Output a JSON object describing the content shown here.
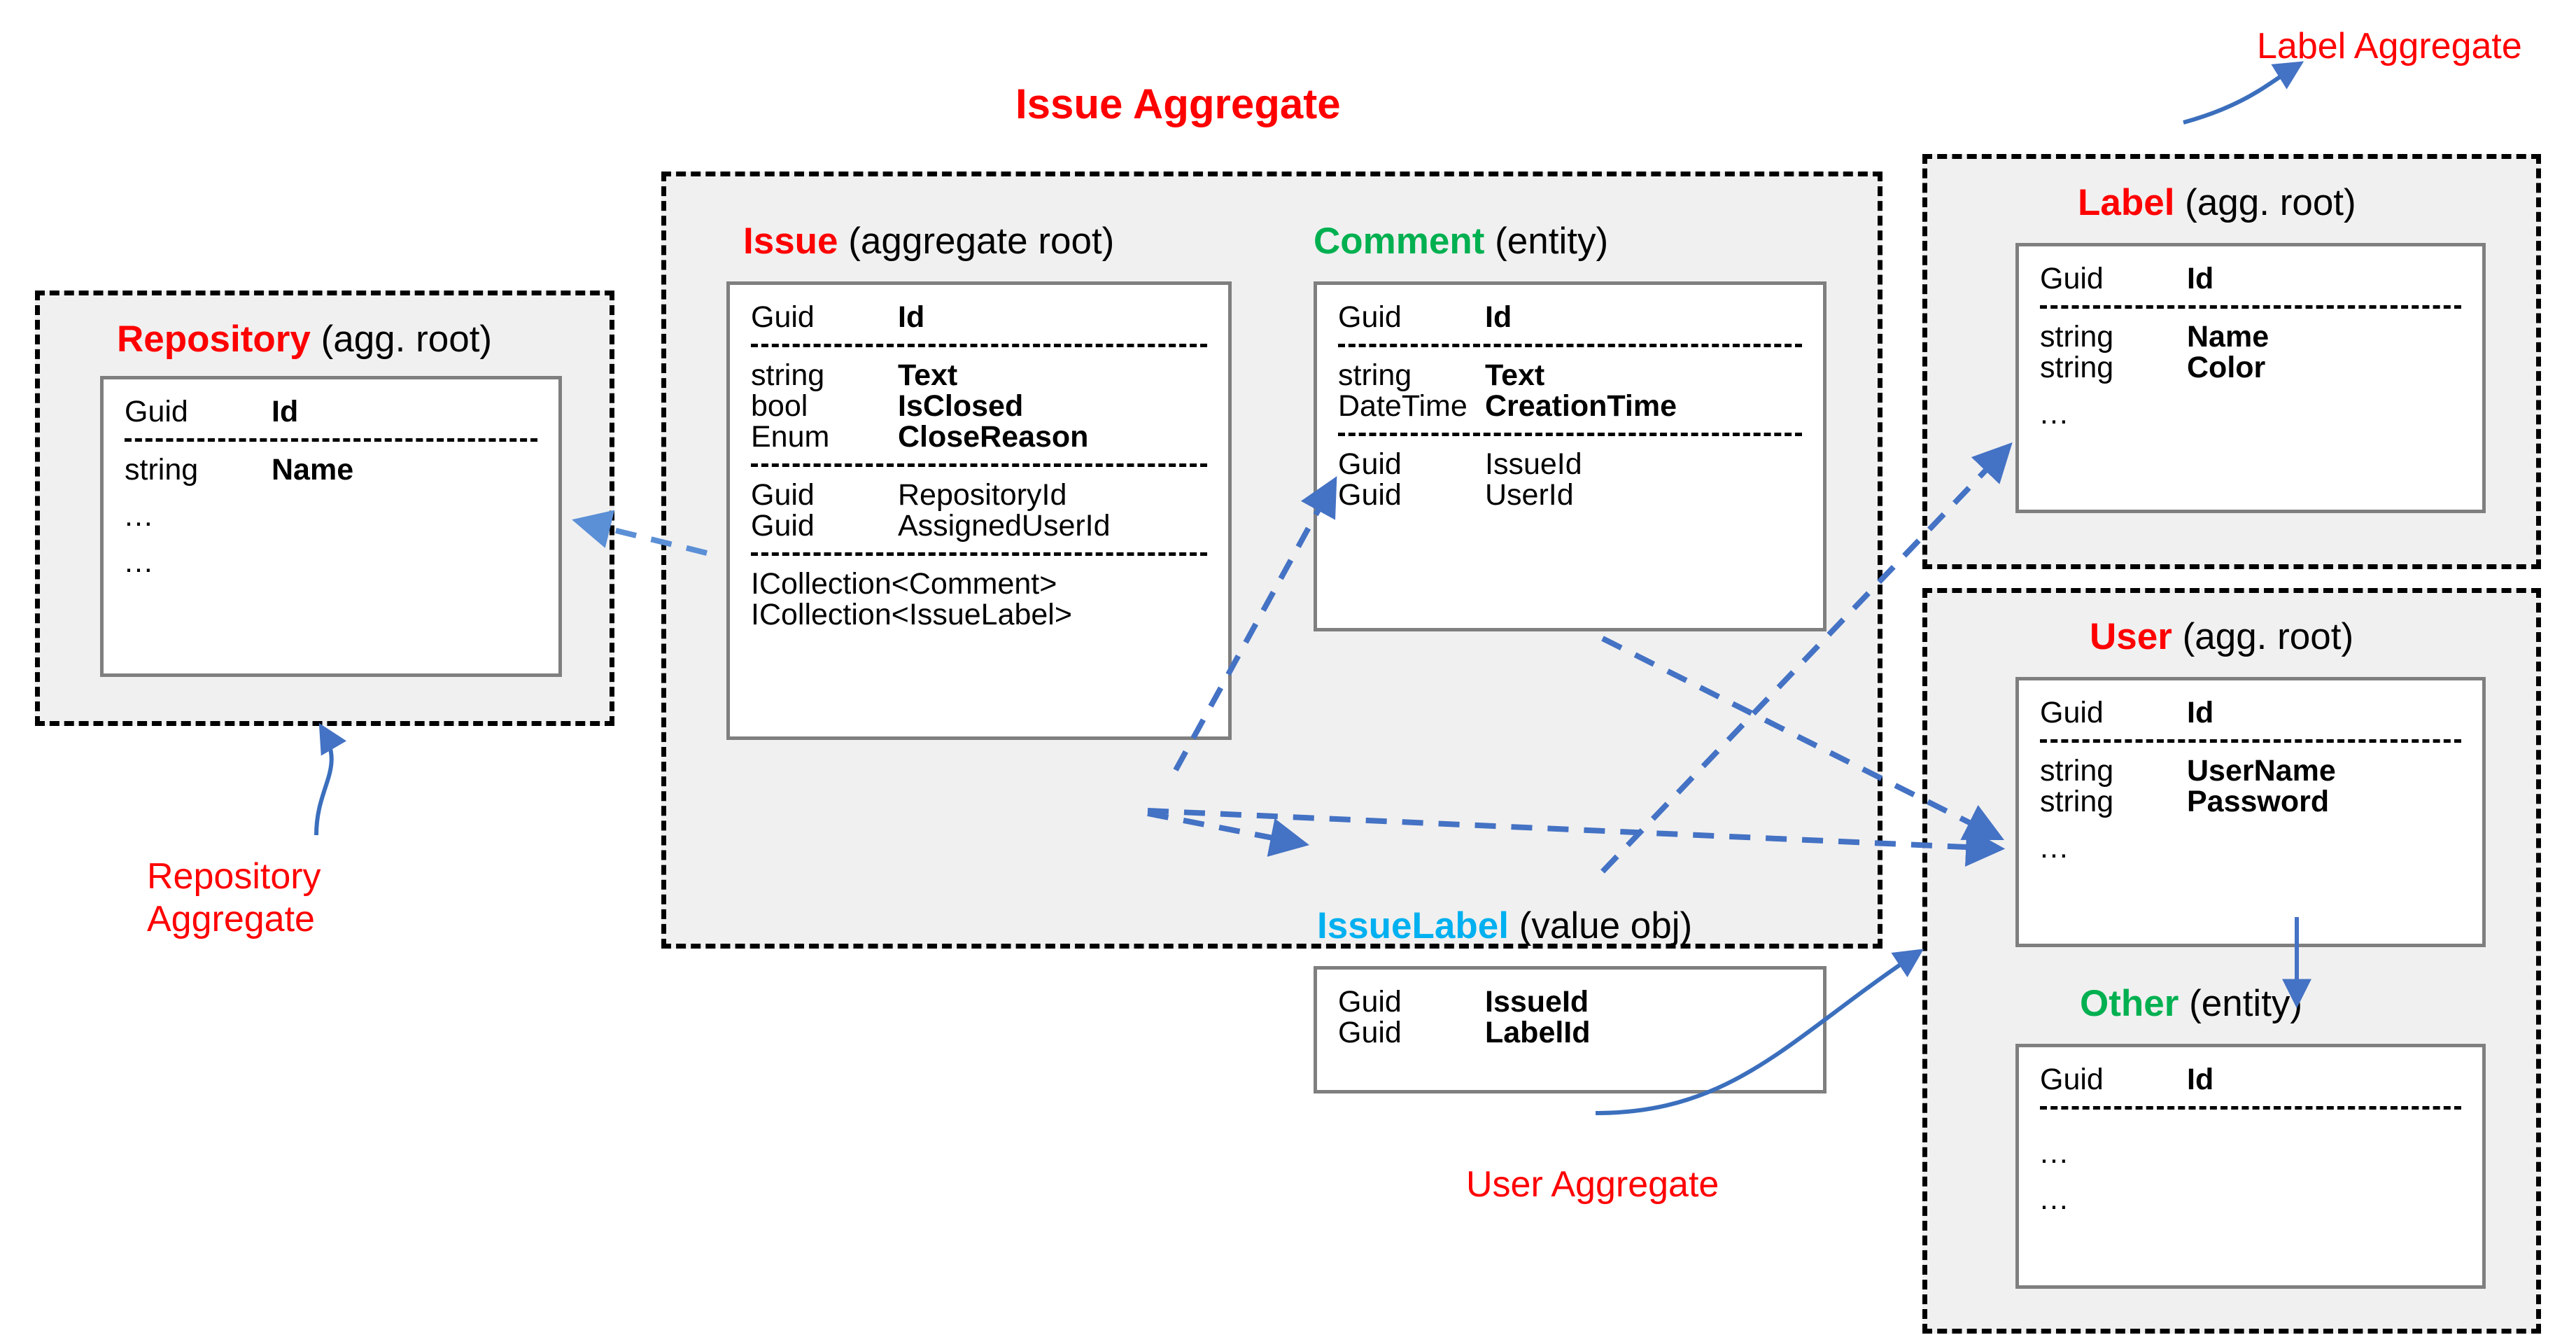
{
  "diagram": {
    "title": "Issue Aggregate",
    "annotations": {
      "repository_aggregate": "Repository\nAggregate",
      "label_aggregate": "Label Aggregate",
      "user_aggregate": "User Aggregate"
    },
    "colors": {
      "aggregate_root": "#ff0000",
      "entity": "#00b050",
      "value_object": "#00b0f0",
      "arrow": "#4472c4",
      "container_fill": "#f0f0f0",
      "card_border": "#7f7f7f"
    },
    "stereotypes": {
      "aggregate_root": "(agg. root)",
      "aggregate_root_long": "(aggregate root)",
      "entity": "(entity)",
      "value_object": "(value obj)"
    },
    "ellipsis": "..."
  },
  "entities": {
    "repository": {
      "name": "Repository",
      "stereotype": "(agg. root)",
      "kind": "aggregate_root",
      "sections": [
        {
          "fields": [
            {
              "type": "Guid",
              "name": "Id",
              "bold": true
            }
          ]
        },
        {
          "fields": [
            {
              "type": "string",
              "name": "Name",
              "bold": true
            },
            {
              "type": "...",
              "name": "",
              "bold": false,
              "dots": true
            },
            {
              "type": "...",
              "name": "",
              "bold": false,
              "dots": true
            }
          ]
        }
      ]
    },
    "issue": {
      "name": "Issue",
      "stereotype": "(aggregate root)",
      "kind": "aggregate_root",
      "sections": [
        {
          "fields": [
            {
              "type": "Guid",
              "name": "Id",
              "bold": true
            }
          ]
        },
        {
          "fields": [
            {
              "type": "string",
              "name": "Text",
              "bold": true
            },
            {
              "type": "bool",
              "name": "IsClosed",
              "bold": true
            },
            {
              "type": "Enum",
              "name": "CloseReason",
              "bold": true
            }
          ]
        },
        {
          "fields": [
            {
              "type": "Guid",
              "name": "RepositoryId",
              "bold": false
            },
            {
              "type": "Guid",
              "name": "AssignedUserId",
              "bold": false
            }
          ]
        },
        {
          "fields": [
            {
              "type": "ICollection<Comment>",
              "name": "",
              "bold": false,
              "wide": true
            },
            {
              "type": "ICollection<IssueLabel>",
              "name": "",
              "bold": false,
              "wide": true
            }
          ]
        }
      ]
    },
    "comment": {
      "name": "Comment",
      "stereotype": "(entity)",
      "kind": "entity",
      "sections": [
        {
          "fields": [
            {
              "type": "Guid",
              "name": "Id",
              "bold": true
            }
          ]
        },
        {
          "fields": [
            {
              "type": "string",
              "name": "Text",
              "bold": true
            },
            {
              "type": "DateTime",
              "name": "CreationTime",
              "bold": true
            }
          ]
        },
        {
          "fields": [
            {
              "type": "Guid",
              "name": "IssueId",
              "bold": false
            },
            {
              "type": "Guid",
              "name": "UserId",
              "bold": false
            }
          ]
        }
      ]
    },
    "issuelabel": {
      "name": "IssueLabel",
      "stereotype": "(value obj)",
      "kind": "value_object",
      "sections": [
        {
          "fields": [
            {
              "type": "Guid",
              "name": "IssueId",
              "bold": true
            },
            {
              "type": "Guid",
              "name": "LabelId",
              "bold": true
            }
          ]
        }
      ]
    },
    "label": {
      "name": "Label",
      "stereotype": "(agg. root)",
      "kind": "aggregate_root",
      "sections": [
        {
          "fields": [
            {
              "type": "Guid",
              "name": "Id",
              "bold": true
            }
          ]
        },
        {
          "fields": [
            {
              "type": "string",
              "name": "Name",
              "bold": true
            },
            {
              "type": "string",
              "name": "Color",
              "bold": true
            },
            {
              "type": "...",
              "name": "",
              "bold": false,
              "dots": true
            }
          ]
        }
      ]
    },
    "user": {
      "name": "User",
      "stereotype": "(agg. root)",
      "kind": "aggregate_root",
      "sections": [
        {
          "fields": [
            {
              "type": "Guid",
              "name": "Id",
              "bold": true
            }
          ]
        },
        {
          "fields": [
            {
              "type": "string",
              "name": "UserName",
              "bold": true
            },
            {
              "type": "string",
              "name": "Password",
              "bold": true
            },
            {
              "type": "...",
              "name": "",
              "bold": false,
              "dots": true
            }
          ]
        }
      ]
    },
    "other": {
      "name": "Other",
      "stereotype": "(entity)",
      "kind": "entity",
      "sections": [
        {
          "fields": [
            {
              "type": "Guid",
              "name": "Id",
              "bold": true
            }
          ]
        },
        {
          "fields": [
            {
              "type": "...",
              "name": "",
              "bold": false,
              "dots": true
            },
            {
              "type": "...",
              "name": "",
              "bold": false,
              "dots": true
            }
          ]
        }
      ]
    }
  },
  "relations": [
    {
      "from": "Issue.RepositoryId",
      "to": "Repository",
      "style": "dashed"
    },
    {
      "from": "Issue.AssignedUserId",
      "to": "User",
      "style": "dashed"
    },
    {
      "from": "Issue.ICollection<Comment>",
      "to": "Comment",
      "style": "dashed"
    },
    {
      "from": "Issue.ICollection<IssueLabel>",
      "to": "IssueLabel",
      "style": "dashed"
    },
    {
      "from": "Comment.UserId",
      "to": "User",
      "style": "dashed"
    },
    {
      "from": "IssueLabel.LabelId",
      "to": "Label",
      "style": "dashed"
    },
    {
      "from": "User",
      "to": "Other",
      "style": "solid"
    }
  ]
}
